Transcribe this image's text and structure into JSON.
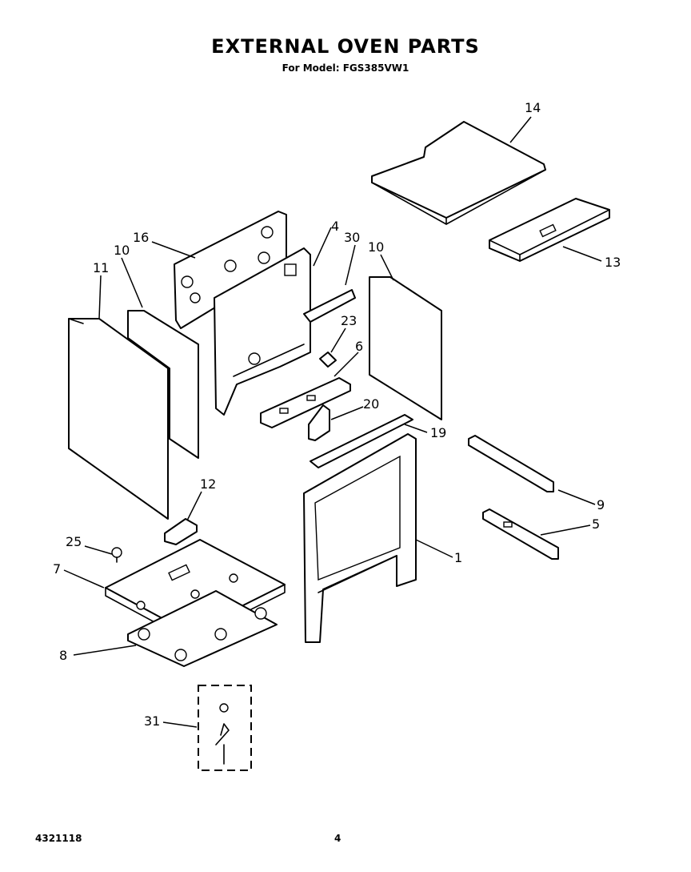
{
  "header": {
    "title": "EXTERNAL OVEN PARTS",
    "model_line": "For Model: FGS385VW1"
  },
  "footer": {
    "doc_number": "4321118",
    "page_number": "4"
  },
  "callouts": [
    {
      "id": "c14",
      "label": "14"
    },
    {
      "id": "c13",
      "label": "13"
    },
    {
      "id": "c16",
      "label": "16"
    },
    {
      "id": "c4",
      "label": "4"
    },
    {
      "id": "c30",
      "label": "30"
    },
    {
      "id": "c10a",
      "label": "10"
    },
    {
      "id": "c10b",
      "label": "10"
    },
    {
      "id": "c11",
      "label": "11"
    },
    {
      "id": "c23",
      "label": "23"
    },
    {
      "id": "c6",
      "label": "6"
    },
    {
      "id": "c20",
      "label": "20"
    },
    {
      "id": "c19",
      "label": "19"
    },
    {
      "id": "c9",
      "label": "9"
    },
    {
      "id": "c5",
      "label": "5"
    },
    {
      "id": "c12",
      "label": "12"
    },
    {
      "id": "c1",
      "label": "1"
    },
    {
      "id": "c25",
      "label": "25"
    },
    {
      "id": "c7",
      "label": "7"
    },
    {
      "id": "c8",
      "label": "8"
    },
    {
      "id": "c31",
      "label": "31"
    }
  ]
}
